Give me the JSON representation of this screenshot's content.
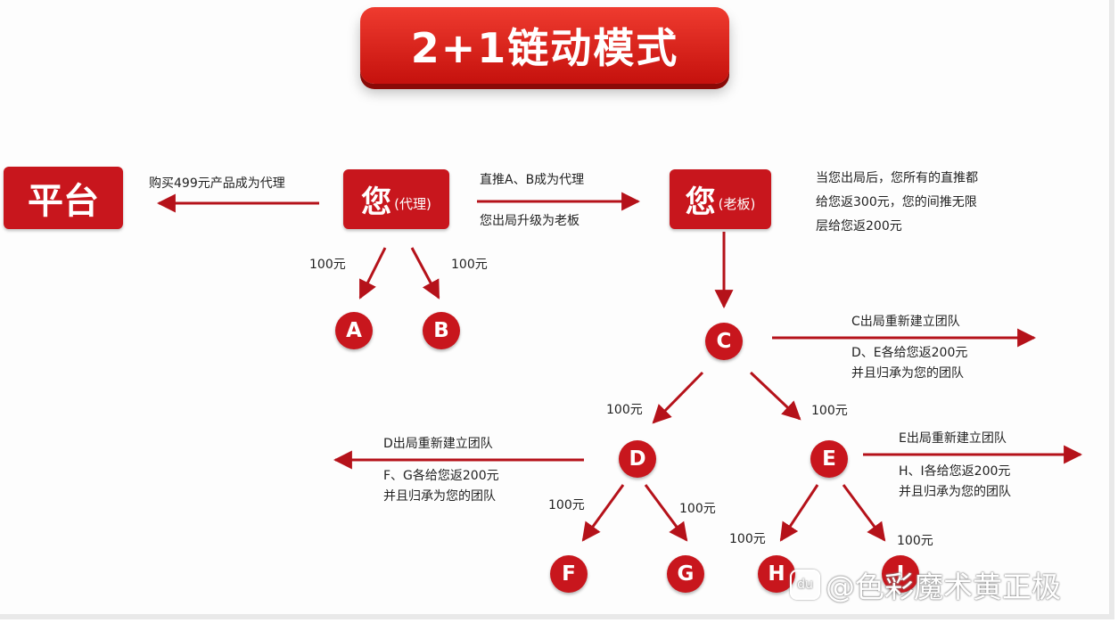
{
  "title": "2+1链动模式",
  "platform": "平台",
  "agent": {
    "main": "您",
    "role": "(代理)"
  },
  "boss": {
    "main": "您",
    "role": "(老板)"
  },
  "texts": {
    "buy": "购买499元产品成为代理",
    "promote_line1": "直推A、B成为代理",
    "promote_line2": "您出局升级为老板",
    "boss_desc": [
      "当您出局后，您所有的直推都",
      "给您返300元，您的间推无限",
      "层给您返200元"
    ],
    "c_exit": "C出局重新建立团队",
    "c_desc": [
      "D、E各给您返200元",
      "并且归承为您的团队"
    ],
    "d_exit": "D出局重新建立团队",
    "d_desc": [
      "F、G各给您返200元",
      "并且归承为您的团队"
    ],
    "e_exit": "E出局重新建立团队",
    "e_desc": [
      "H、I各给您返200元",
      "并且归承为您的团队"
    ]
  },
  "amount": "100元",
  "nodes": [
    "A",
    "B",
    "C",
    "D",
    "E",
    "F",
    "G",
    "H",
    "I"
  ],
  "watermark": "@色彩魔术黄正极",
  "watermark_icon": "du",
  "colors": {
    "accent": "#c8161d",
    "arrow": "#b5121a"
  }
}
